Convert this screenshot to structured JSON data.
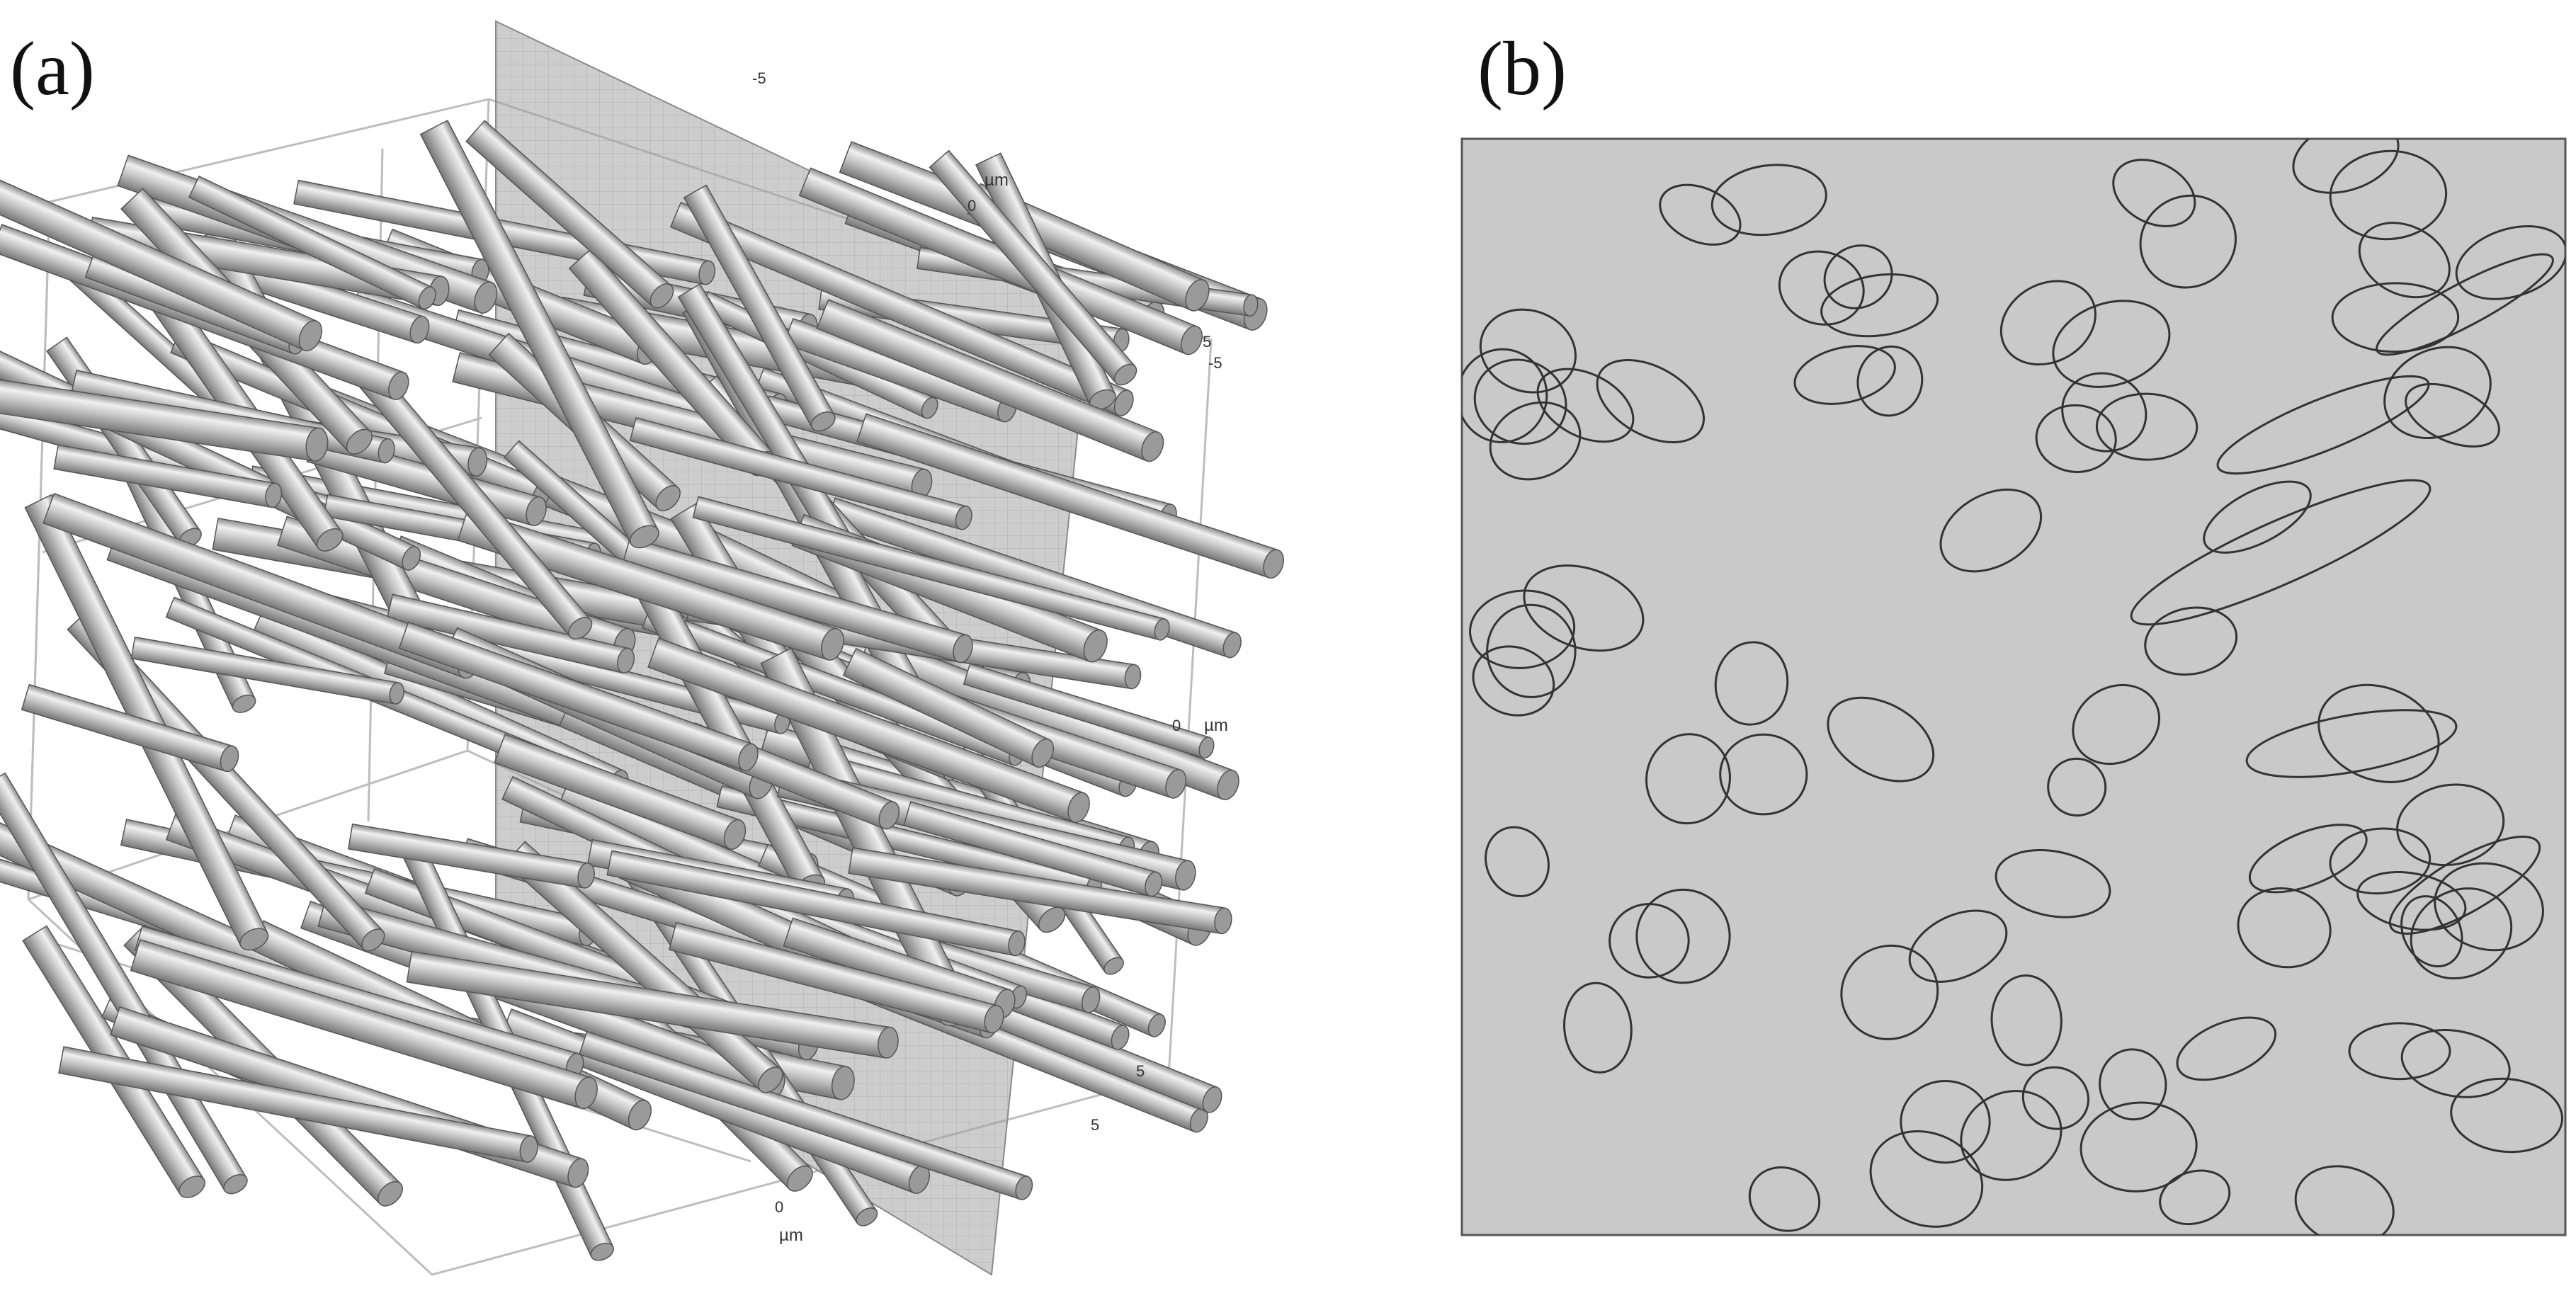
{
  "panels": {
    "a": {
      "label": "(a)"
    },
    "b": {
      "label": "(b)"
    }
  },
  "axes": {
    "unit": "µm",
    "ticks_top": [
      "-5",
      "0",
      "5"
    ],
    "ticks_right": [
      "-5",
      "0",
      "5"
    ],
    "ticks_bottom": [
      "0",
      "5"
    ]
  },
  "colors": {
    "fiber_fill": "#b9b9b9",
    "fiber_highlight": "#e6e6e6",
    "cross_section": "#9a9a9a",
    "slice_plane": "#9e9e9e",
    "panel_b_background": "#c9c9c9",
    "outline": "#333333"
  }
}
